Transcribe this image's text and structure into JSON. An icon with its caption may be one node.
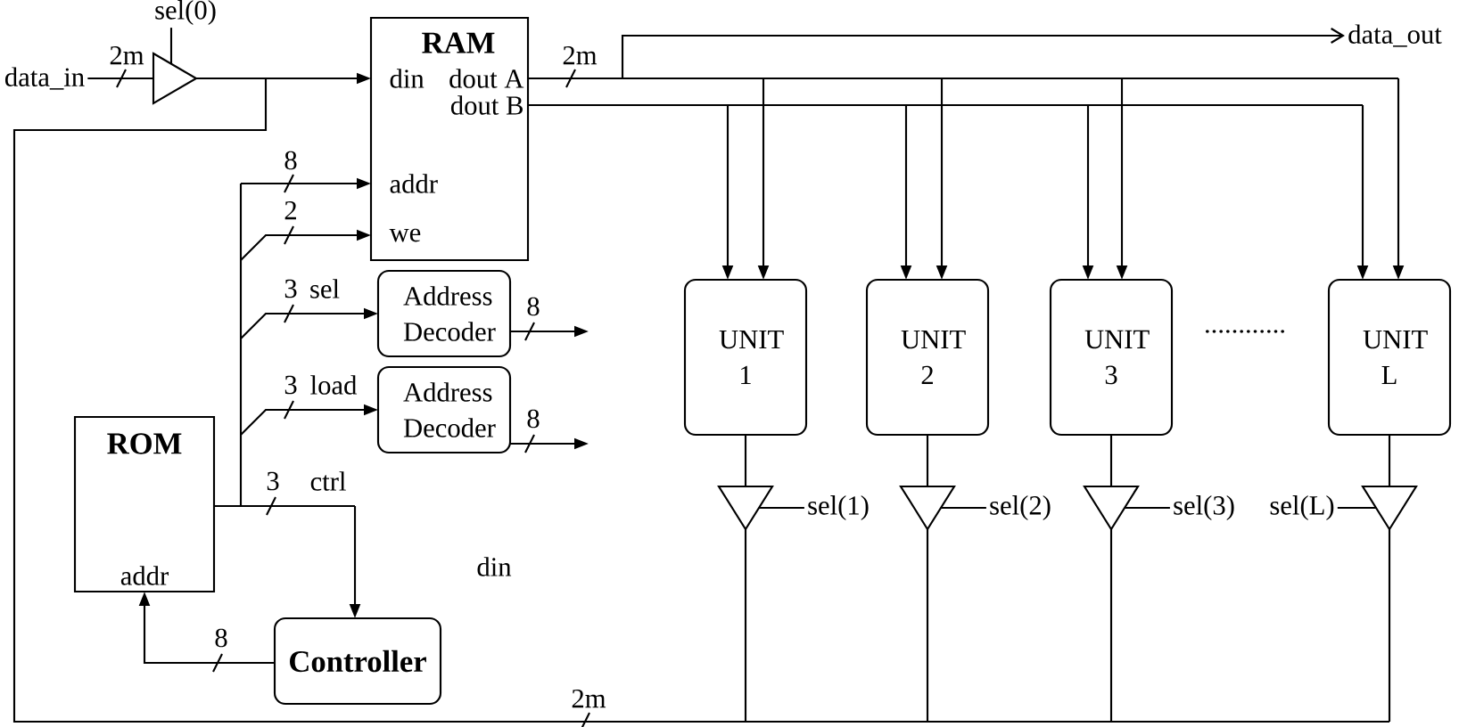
{
  "diagram": {
    "nodes": [
      {
        "text": [
          "sel(0)"
        ]
      },
      {
        "text": [
          "data_in"
        ]
      },
      {
        "text": [],
        "shape": "triangle"
      },
      {
        "text": [
          "RAM",
          "din",
          "dout A",
          "dout B",
          "addr",
          "we"
        ]
      },
      {
        "text": [
          "data_out"
        ]
      },
      {
        "text": [
          "UNIT 1"
        ]
      },
      {
        "text": [
          "UNIT 2"
        ]
      },
      {
        "text": [
          "UNIT 3"
        ]
      },
      {
        "text": [
          "UNIT L"
        ]
      },
      {
        "text": [
          "Address Decoder"
        ]
      },
      {
        "text": [
          "Address Decoder"
        ]
      },
      {
        "text": [
          "ROM",
          "addr"
        ]
      },
      {
        "text": [],
        "shape": "triangle"
      },
      {
        "text": [],
        "shape": "triangle"
      },
      {
        "text": [],
        "shape": "triangle"
      },
      {
        "text": [],
        "shape": "triangle"
      },
      {
        "text": [
          "sel(1)"
        ]
      },
      {
        "text": [
          "sel(2)"
        ]
      },
      {
        "text": [
          "sel(3)"
        ]
      },
      {
        "text": [
          "sel(L)"
        ]
      },
      {
        "text": [
          "Controller"
        ]
      }
    ],
    "edges": [
      {
        "from": 1,
        "to": 2,
        "arrow": "none",
        "label": "2m"
      },
      {
        "from": 0,
        "to": 2,
        "arrow": "none"
      },
      {
        "from": 2,
        "to": 3,
        "arrow": "to"
      },
      {
        "from": 3,
        "to": 4,
        "arrow": "to",
        "label": "2m"
      },
      {
        "from": 3,
        "to": 5,
        "arrow": "to"
      },
      {
        "from": 3,
        "to": 5,
        "arrow": "to"
      },
      {
        "from": 3,
        "to": 6,
        "arrow": "to"
      },
      {
        "from": 3,
        "to": 6,
        "arrow": "to"
      },
      {
        "from": 3,
        "to": 7,
        "arrow": "to"
      },
      {
        "from": 3,
        "to": 7,
        "arrow": "to"
      },
      {
        "from": 3,
        "to": 8,
        "arrow": "to"
      },
      {
        "from": 3,
        "to": 8,
        "arrow": "to"
      },
      {
        "from": 11,
        "to": 3,
        "arrow": "to",
        "label": "8"
      },
      {
        "from": 11,
        "to": 3,
        "arrow": "to",
        "label": "2"
      },
      {
        "from": 11,
        "to": 9,
        "arrow": "to",
        "label": "3"
      },
      {
        "from": 11,
        "to": 10,
        "arrow": "to",
        "label": "3"
      },
      {
        "from": 9,
        "to": null,
        "arrow": "to",
        "label": "8"
      },
      {
        "from": 10,
        "to": null,
        "arrow": "to",
        "label": "8"
      },
      {
        "from": 11,
        "to": 20,
        "arrow": "to",
        "label": "3"
      },
      {
        "from": 20,
        "to": 11,
        "arrow": "to",
        "label": "8"
      },
      {
        "from": 5,
        "to": 12,
        "arrow": "none"
      },
      {
        "from": 6,
        "to": 13,
        "arrow": "none"
      },
      {
        "from": 7,
        "to": 14,
        "arrow": "none"
      },
      {
        "from": 8,
        "to": 15,
        "arrow": "none"
      },
      {
        "from": 12,
        "to": 3,
        "arrow": "to",
        "label": "2m"
      },
      {
        "from": 13,
        "to": 3,
        "arrow": "to"
      },
      {
        "from": 14,
        "to": 3,
        "arrow": "to"
      },
      {
        "from": 15,
        "to": 3,
        "arrow": "to"
      },
      {
        "from": 16,
        "to": 12,
        "arrow": "none"
      },
      {
        "from": 17,
        "to": 13,
        "arrow": "none"
      },
      {
        "from": 18,
        "to": 14,
        "arrow": "none"
      },
      {
        "from": 19,
        "to": 15,
        "arrow": "none"
      }
    ],
    "labels": [
      "sel",
      "............",
      "load",
      "ctrl",
      "din"
    ]
  }
}
